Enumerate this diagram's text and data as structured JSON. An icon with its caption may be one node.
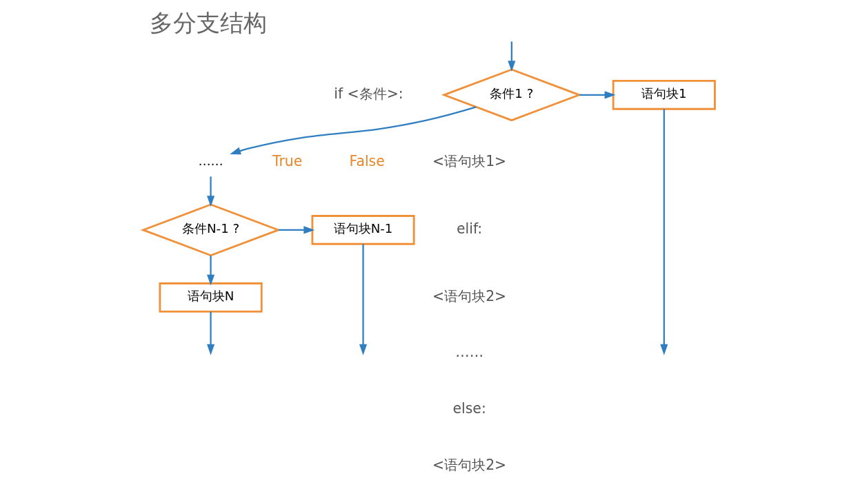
{
  "diagram": {
    "title": "多分支结构",
    "nodes": [
      {
        "text": [
          "条件1 ?"
        ]
      },
      {
        "text": [
          "语句块1"
        ]
      },
      {
        "text": [
          "……"
        ]
      },
      {
        "text": [
          "条件N-1 ?"
        ]
      },
      {
        "text": [
          "语句块N-1"
        ]
      },
      {
        "text": [
          "语句块N"
        ]
      }
    ],
    "edges": [
      {
        "from": null,
        "to": 0,
        "arrow": "to"
      },
      {
        "from": 0,
        "to": 1,
        "arrow": "to"
      },
      {
        "from": 0,
        "to": 2,
        "arrow": "to"
      },
      {
        "from": 2,
        "to": 3,
        "arrow": "to"
      },
      {
        "from": 3,
        "to": 4,
        "arrow": "to"
      },
      {
        "from": 3,
        "to": 5,
        "arrow": "to"
      },
      {
        "from": 1,
        "to": null,
        "arrow": "to"
      },
      {
        "from": 4,
        "to": null,
        "arrow": "to"
      },
      {
        "from": 5,
        "to": null,
        "arrow": "to"
      }
    ],
    "labels": [
      "if <条件>:",
      "<语句块1>",
      "elif:",
      "<语句块2>",
      "……",
      "else:",
      "<语句块2>",
      "True",
      "False"
    ]
  }
}
